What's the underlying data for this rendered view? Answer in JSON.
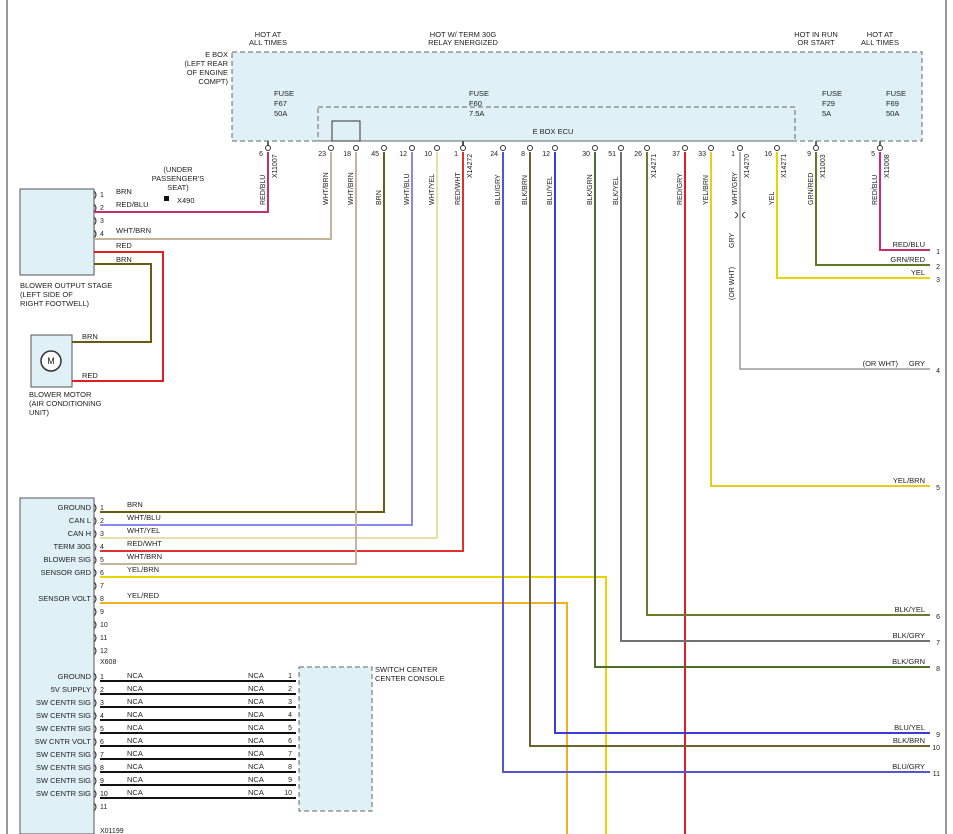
{
  "boxes": {
    "ebox": [
      "E BOX",
      "(LEFT REAR",
      "OF ENGINE",
      "COMPT)"
    ],
    "ecu": "E BOX ECU",
    "blower_stage": [
      "BLOWER OUTPUT STAGE",
      "(LEFT SIDE OF",
      "RIGHT FOOTWELL)"
    ],
    "blower_motor": [
      "BLOWER MOTOR",
      "(AIR CONDITIONING",
      "UNIT)"
    ],
    "motor_symbol": "M",
    "switch_center": [
      "SWITCH CENTER",
      "CENTER CONSOLE"
    ],
    "under_seat": [
      "(UNDER",
      "PASSENGER'S",
      "SEAT)"
    ],
    "ground_point": "X490"
  },
  "supply_labels": [
    {
      "lines": [
        "HOT AT",
        "ALL TIMES"
      ]
    },
    {
      "lines": [
        "HOT W/ TERM 30G",
        "RELAY ENERGIZED"
      ]
    },
    {
      "lines": [
        "HOT IN RUN",
        "OR START"
      ]
    },
    {
      "lines": [
        "HOT AT",
        "ALL TIMES"
      ]
    }
  ],
  "fuses": [
    {
      "label": "FUSE",
      "id": "F67",
      "rating": "50A"
    },
    {
      "label": "FUSE",
      "id": "F60",
      "rating": "7.5A"
    },
    {
      "label": "FUSE",
      "id": "F29",
      "rating": "5A"
    },
    {
      "label": "FUSE",
      "id": "F69",
      "rating": "50A"
    }
  ],
  "ecu_pins": [
    {
      "pin": "6",
      "wire": "RED/BLU",
      "conn": "X11007"
    },
    {
      "pin": "23",
      "wire": "WHT/BRN",
      "conn": ""
    },
    {
      "pin": "18",
      "wire": "WHT/BRN",
      "conn": ""
    },
    {
      "pin": "45",
      "wire": "BRN",
      "conn": ""
    },
    {
      "pin": "12",
      "wire": "WHT/BLU",
      "conn": ""
    },
    {
      "pin": "10",
      "wire": "WHT/YEL",
      "conn": ""
    },
    {
      "pin": "1",
      "wire": "RED/WHT",
      "conn": "X14272"
    },
    {
      "pin": "24",
      "wire": "BLU/GRY",
      "conn": ""
    },
    {
      "pin": "8",
      "wire": "BLK/BRN",
      "conn": ""
    },
    {
      "pin": "12",
      "wire": "BLU/YEL",
      "conn": ""
    },
    {
      "pin": "30",
      "wire": "BLK/GRN",
      "conn": ""
    },
    {
      "pin": "51",
      "wire": "BLK/YEL",
      "conn": ""
    },
    {
      "pin": "26",
      "wire": "",
      "conn": "X14271"
    },
    {
      "pin": "37",
      "wire": "RED/GRY",
      "conn": ""
    },
    {
      "pin": "33",
      "wire": "YEL/BRN",
      "conn": ""
    },
    {
      "pin": "1",
      "wire": "WHT/GRY",
      "conn": "X14270"
    },
    {
      "pin": "16",
      "wire": "YEL",
      "conn": "X14271"
    },
    {
      "pin": "9",
      "wire": "GRN/RED",
      "conn": "X11003"
    },
    {
      "pin": "5",
      "wire": "RED/BLU",
      "conn": "X11008"
    }
  ],
  "gry_wire": {
    "color": "GRY",
    "alt": "(OR WHT)"
  },
  "blower_stage_pins": [
    {
      "pin": "1",
      "wire": "BRN"
    },
    {
      "pin": "2",
      "wire": "RED/BLU"
    },
    {
      "pin": "3",
      "wire": ""
    },
    {
      "pin": "4",
      "wire": "WHT/BRN"
    }
  ],
  "blower_stage_leads": [
    "RED",
    "BRN"
  ],
  "motor_leads": [
    "BRN",
    "RED"
  ],
  "x608": {
    "connector": "X608",
    "pins": [
      {
        "pin": "1",
        "func": "GROUND",
        "wire": "BRN"
      },
      {
        "pin": "2",
        "func": "CAN L",
        "wire": "WHT/BLU"
      },
      {
        "pin": "3",
        "func": "CAN H",
        "wire": "WHT/YEL"
      },
      {
        "pin": "4",
        "func": "TERM 30G",
        "wire": "RED/WHT"
      },
      {
        "pin": "5",
        "func": "BLOWER SIG",
        "wire": "WHT/BRN"
      },
      {
        "pin": "6",
        "func": "SENSOR GRD",
        "wire": "YEL/BRN"
      },
      {
        "pin": "7",
        "func": "",
        "wire": ""
      },
      {
        "pin": "8",
        "func": "SENSOR VOLT",
        "wire": "YEL/RED"
      },
      {
        "pin": "9",
        "func": "",
        "wire": ""
      },
      {
        "pin": "10",
        "func": "",
        "wire": ""
      },
      {
        "pin": "11",
        "func": "",
        "wire": ""
      },
      {
        "pin": "12",
        "func": "",
        "wire": ""
      }
    ]
  },
  "x01199": {
    "connector": "X01199",
    "pins": [
      {
        "pin": "1",
        "func": "GROUND",
        "wire": "NCA",
        "sw_pin": "1"
      },
      {
        "pin": "2",
        "func": "5V SUPPLY",
        "wire": "NCA",
        "sw_pin": "2"
      },
      {
        "pin": "3",
        "func": "SW CENTR SIG",
        "wire": "NCA",
        "sw_pin": "3"
      },
      {
        "pin": "4",
        "func": "SW CENTR SIG",
        "wire": "NCA",
        "sw_pin": "4"
      },
      {
        "pin": "5",
        "func": "SW CENTR SIG",
        "wire": "NCA",
        "sw_pin": "5"
      },
      {
        "pin": "6",
        "func": "SW CNTR VOLT",
        "wire": "NCA",
        "sw_pin": "6"
      },
      {
        "pin": "7",
        "func": "SW CENTR SIG",
        "wire": "NCA",
        "sw_pin": "7"
      },
      {
        "pin": "8",
        "func": "SW CENTR SIG",
        "wire": "NCA",
        "sw_pin": "8"
      },
      {
        "pin": "9",
        "func": "SW CENTR SIG",
        "wire": "NCA",
        "sw_pin": "9"
      },
      {
        "pin": "10",
        "func": "SW CENTR SIG",
        "wire": "NCA",
        "sw_pin": "10"
      },
      {
        "pin": "11",
        "func": "",
        "wire": "",
        "sw_pin": ""
      }
    ]
  },
  "right_outputs": [
    {
      "num": "1",
      "wire": "RED/BLU",
      "color": "#c42f6e"
    },
    {
      "num": "2",
      "wire": "GRN/RED",
      "color": "#5e7a22"
    },
    {
      "num": "3",
      "wire": "YEL",
      "color": "#e8d400"
    },
    {
      "num": "4",
      "wire": "GRY",
      "alt": "(OR WHT)",
      "color": "#9a9a9a"
    },
    {
      "num": "5",
      "wire": "YEL/BRN",
      "color": "#e8cd1a"
    },
    {
      "num": "6",
      "wire": "BLK/YEL",
      "color": "#6c7a2a"
    },
    {
      "num": "7",
      "wire": "BLK/GRY",
      "color": "#707070"
    },
    {
      "num": "8",
      "wire": "BLK/GRN",
      "color": "#4e6a2c"
    },
    {
      "num": "9",
      "wire": "BLU/YEL",
      "color": "#3b3bd8"
    },
    {
      "num": "10",
      "wire": "BLK/BRN",
      "color": "#6b6230"
    },
    {
      "num": "11",
      "wire": "BLU/GRY",
      "color": "#5656cc"
    }
  ],
  "colors": {
    "box_fill": "#dff0f6",
    "red": "#e02020",
    "red_blu": "#c42f6e",
    "brn": "#6b5a10",
    "wht_brn": "#c4b49c",
    "wht_blu": "#8888ee",
    "wht_yel": "#e8e0a8",
    "red_wht": "#e03030",
    "yel": "#e8d400",
    "yel_red": "#f2b020",
    "grn_red": "#5e7a22",
    "gry": "#9a9a9a",
    "blk": "#111111"
  }
}
